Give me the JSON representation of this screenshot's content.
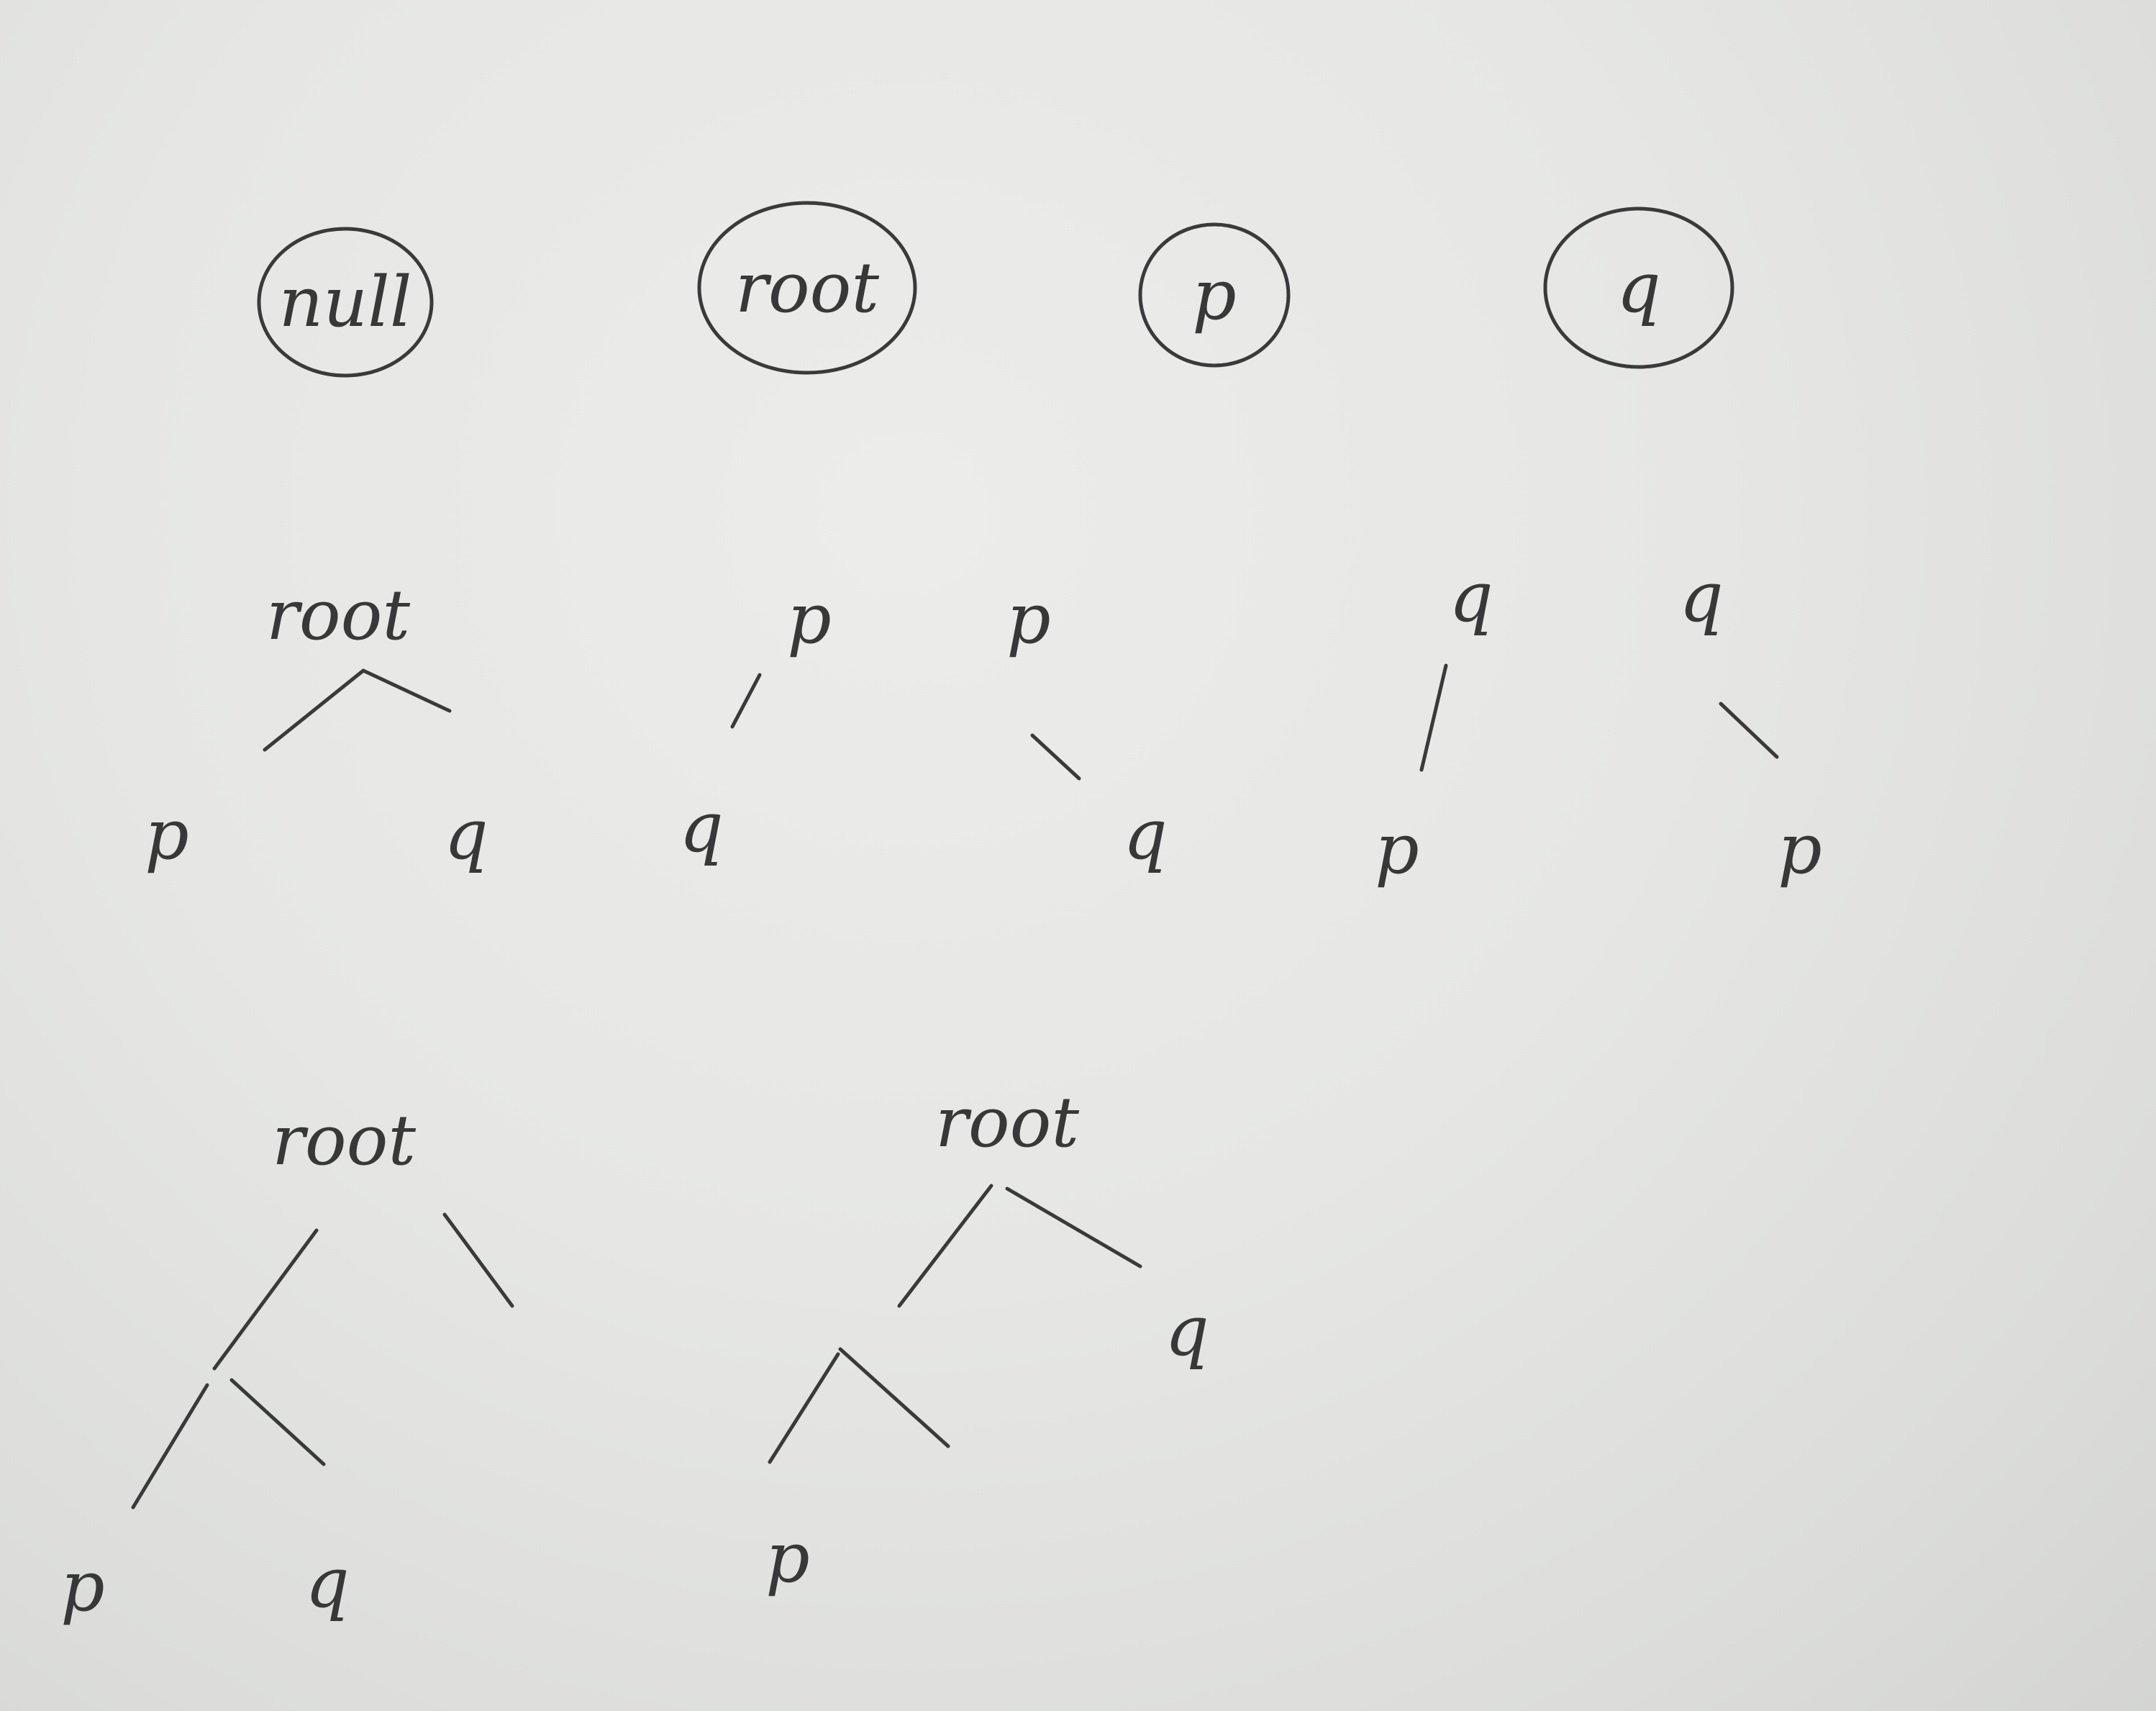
{
  "circled_nodes": [
    {
      "label": "null"
    },
    {
      "label": "root"
    },
    {
      "label": "p"
    },
    {
      "label": "q"
    }
  ],
  "small_trees": [
    {
      "root": "root",
      "left": "p",
      "right": "q"
    },
    {
      "root": "p",
      "left": "q"
    },
    {
      "root": "p",
      "right": "q"
    },
    {
      "root": "q",
      "left": "p"
    },
    {
      "root": "q",
      "right": "p"
    }
  ],
  "large_trees": [
    {
      "root": "root",
      "left_child": {
        "left": "p",
        "right": "q"
      }
    },
    {
      "root": "root",
      "left_child": {
        "left": "p"
      },
      "right": "q"
    }
  ]
}
